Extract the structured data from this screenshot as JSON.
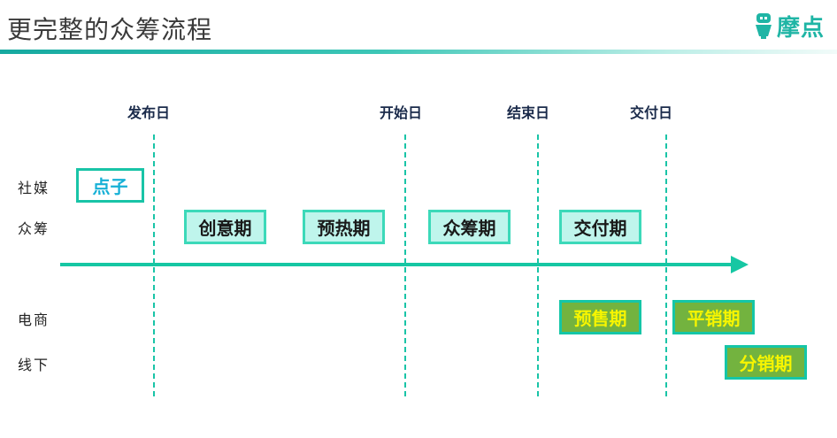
{
  "header": {
    "title": "更完整的众筹流程",
    "logo_text": "摩点"
  },
  "milestones": [
    "发布日",
    "开始日",
    "结束日",
    "交付日"
  ],
  "row_labels": [
    "社媒",
    "众筹",
    "电商",
    "线下"
  ],
  "phases": {
    "idea": "点子",
    "creative": "创意期",
    "warmup": "预热期",
    "crowdfunding": "众筹期",
    "delivery": "交付期",
    "presale": "预售期",
    "regular_sales": "平销期",
    "distribution": "分销期"
  },
  "colors": {
    "accent": "#16c7a3",
    "crowdfunding_phase_fill": "#bff5ec",
    "ecommerce_phase_fill": "#73b33f",
    "ecommerce_phase_text": "#f7f500",
    "idea_text": "#16b0d6"
  }
}
